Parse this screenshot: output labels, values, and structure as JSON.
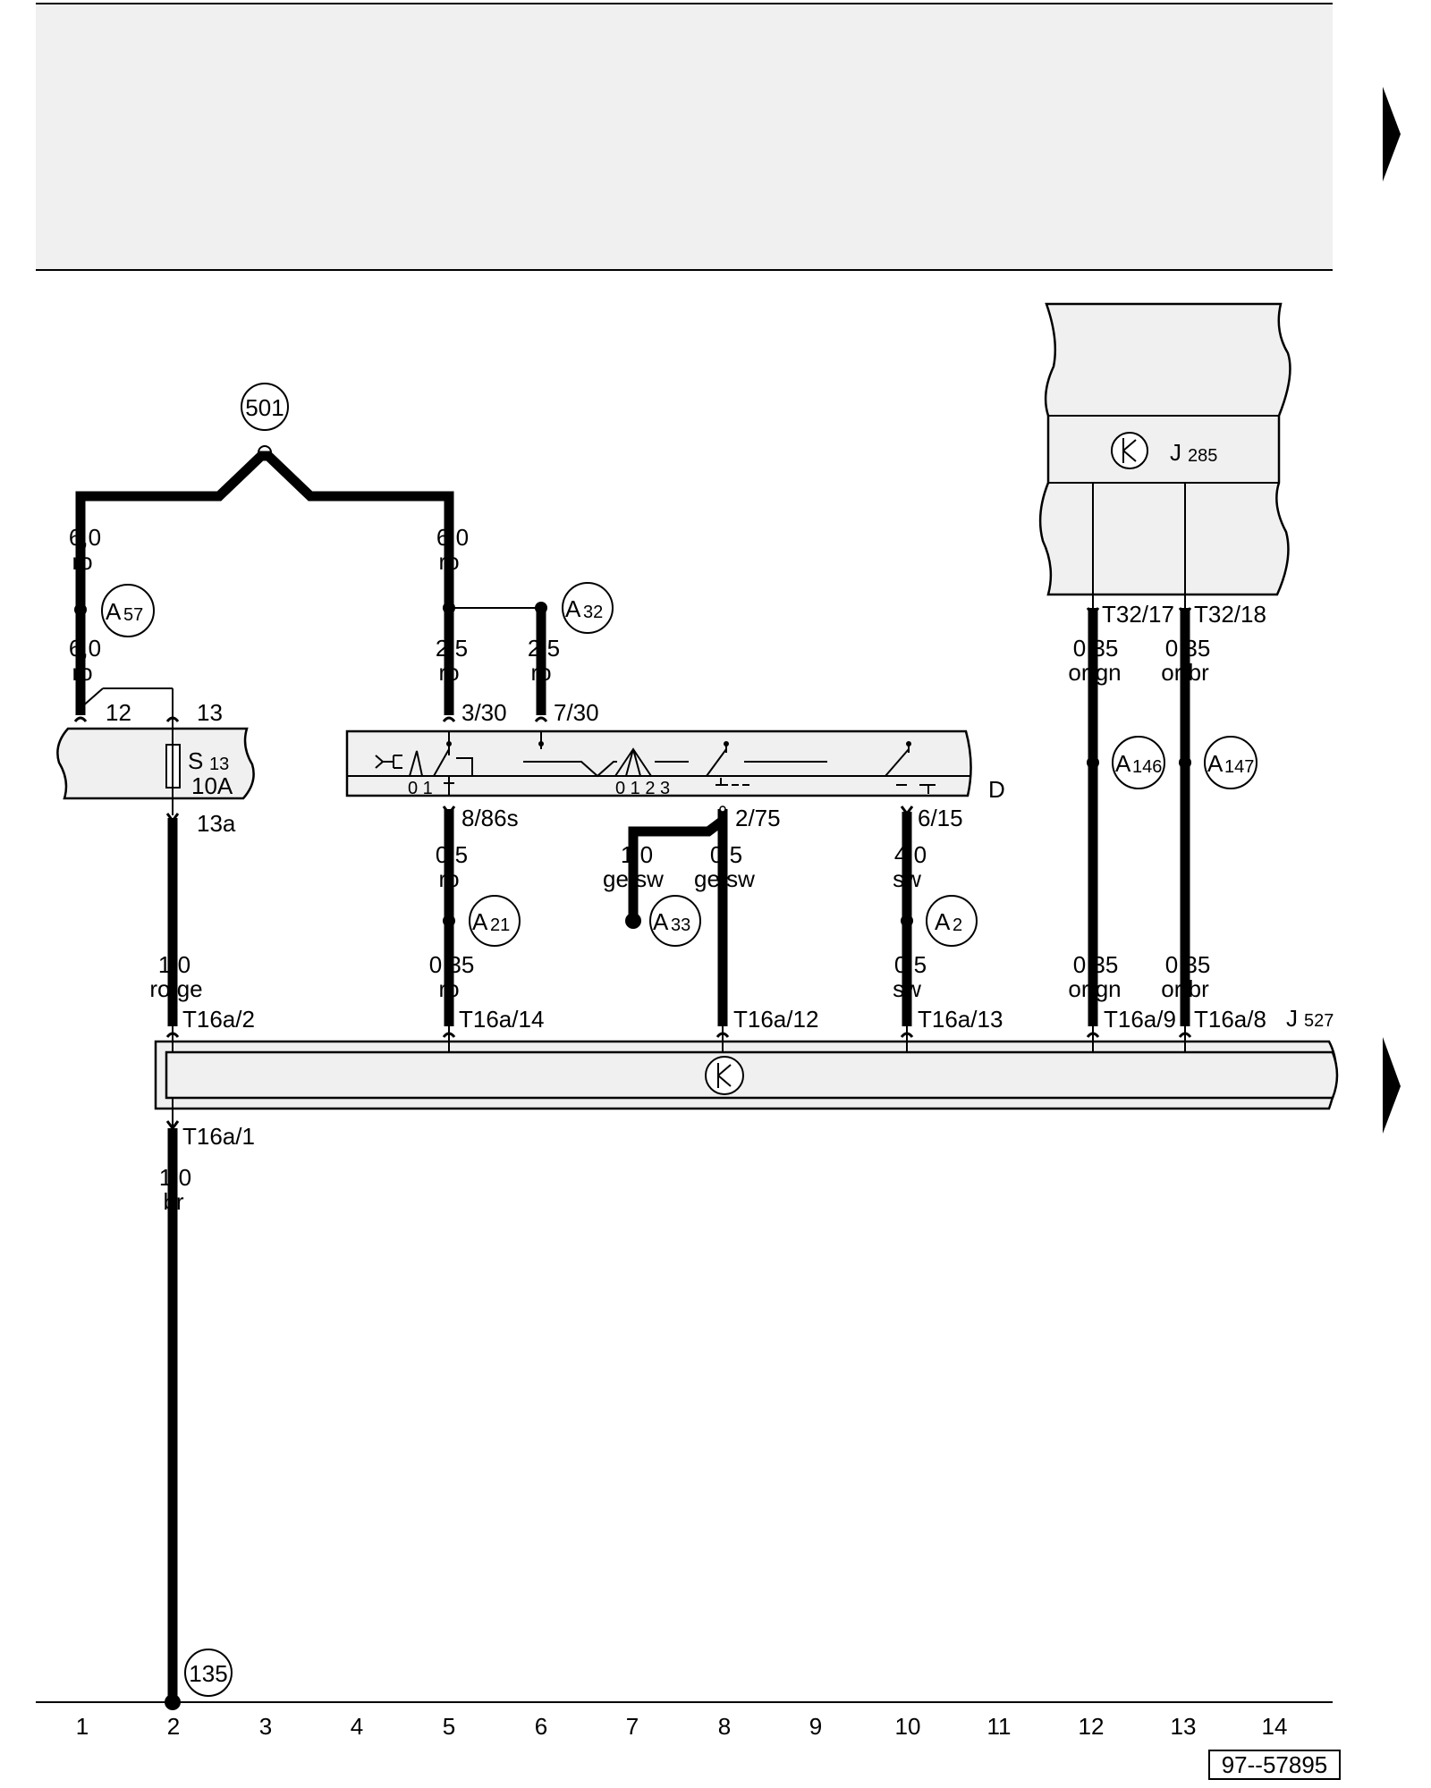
{
  "ground_ref": "501",
  "ground_135": "135",
  "footer_code": "97--57895",
  "columns": [
    "1",
    "2",
    "3",
    "4",
    "5",
    "6",
    "7",
    "8",
    "9",
    "10",
    "11",
    "12",
    "13",
    "14"
  ],
  "components": {
    "fuse": {
      "letter": "S",
      "number": "13",
      "rating": "10A",
      "pin_in_a": "12",
      "pin_in_b": "13",
      "pin_out": "13a"
    },
    "ignition_switch": {
      "letter": "D",
      "pins": {
        "p1": "3/30",
        "p2": "7/30",
        "p3": "8/86s",
        "p4": "2/75",
        "p5": "6/15"
      },
      "pos_a": "0 1",
      "pos_b": "0 1 2 3"
    },
    "j285": {
      "letter": "J",
      "number": "285",
      "pin_a": "T32/17",
      "pin_b": "T32/18"
    },
    "j527": {
      "letter": "J",
      "number": "527",
      "pins": {
        "p2": "T16a/2",
        "p14": "T16a/14",
        "p12": "T16a/12",
        "p13": "T16a/13",
        "p9": "T16a/9",
        "p8": "T16a/8",
        "p1": "T16a/1"
      }
    }
  },
  "connectors": {
    "a57": {
      "letter": "A",
      "number": "57"
    },
    "a32": {
      "letter": "A",
      "number": "32"
    },
    "a21": {
      "letter": "A",
      "number": "21"
    },
    "a33": {
      "letter": "A",
      "number": "33"
    },
    "a2": {
      "letter": "A",
      "number": "2"
    },
    "a146": {
      "letter": "A",
      "number": "146"
    },
    "a147": {
      "letter": "A",
      "number": "147"
    }
  },
  "wires": {
    "w1_top": {
      "size": "6,0",
      "color": "ro"
    },
    "w5_top": {
      "size": "6,0",
      "color": "ro"
    },
    "w1_mid": {
      "size": "6,0",
      "color": "ro"
    },
    "w5_mid": {
      "size": "2,5",
      "color": "ro"
    },
    "w6_mid": {
      "size": "2,5",
      "color": "ro"
    },
    "w2_low": {
      "size": "1,0",
      "color": "ro/ge"
    },
    "w5_a": {
      "size": "0,5",
      "color": "ro"
    },
    "w5_b": {
      "size": "0,35",
      "color": "ro"
    },
    "w7": {
      "size": "1,0",
      "color": "ge/sw"
    },
    "w8": {
      "size": "0,5",
      "color": "ge/sw"
    },
    "w10_a": {
      "size": "4,0",
      "color": "sw"
    },
    "w10_b": {
      "size": "0,5",
      "color": "sw"
    },
    "w12_a": {
      "size": "0,35",
      "color": "or/gn"
    },
    "w13_a": {
      "size": "0,35",
      "color": "or/br"
    },
    "w12_b": {
      "size": "0,35",
      "color": "or/gn"
    },
    "w13_b": {
      "size": "0,35",
      "color": "or/br"
    },
    "w2_bot": {
      "size": "1,0",
      "color": "br"
    }
  }
}
